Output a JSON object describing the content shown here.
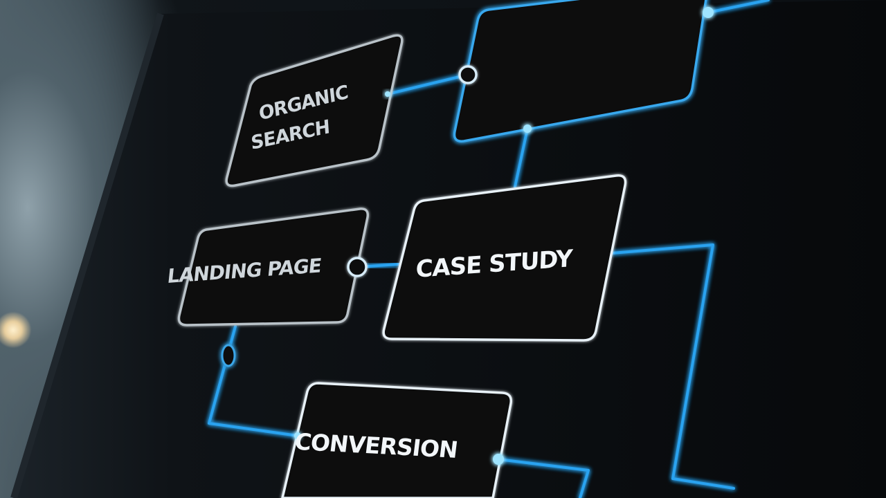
{
  "nodes": {
    "organic_search": {
      "line1": "ORGANIC",
      "line2": "SEARCH"
    },
    "landing_page": {
      "label": "LANDING PAGE"
    },
    "case_study": {
      "label": "CASE STUDY"
    },
    "conversion": {
      "label": "CONVERSION"
    }
  },
  "colors": {
    "background": "#0b0f13",
    "screen": "#0d1014",
    "connector_blue": "#2aa3f0",
    "node_outline_white": "#e8f1f7",
    "text": "#f2f6f9"
  }
}
